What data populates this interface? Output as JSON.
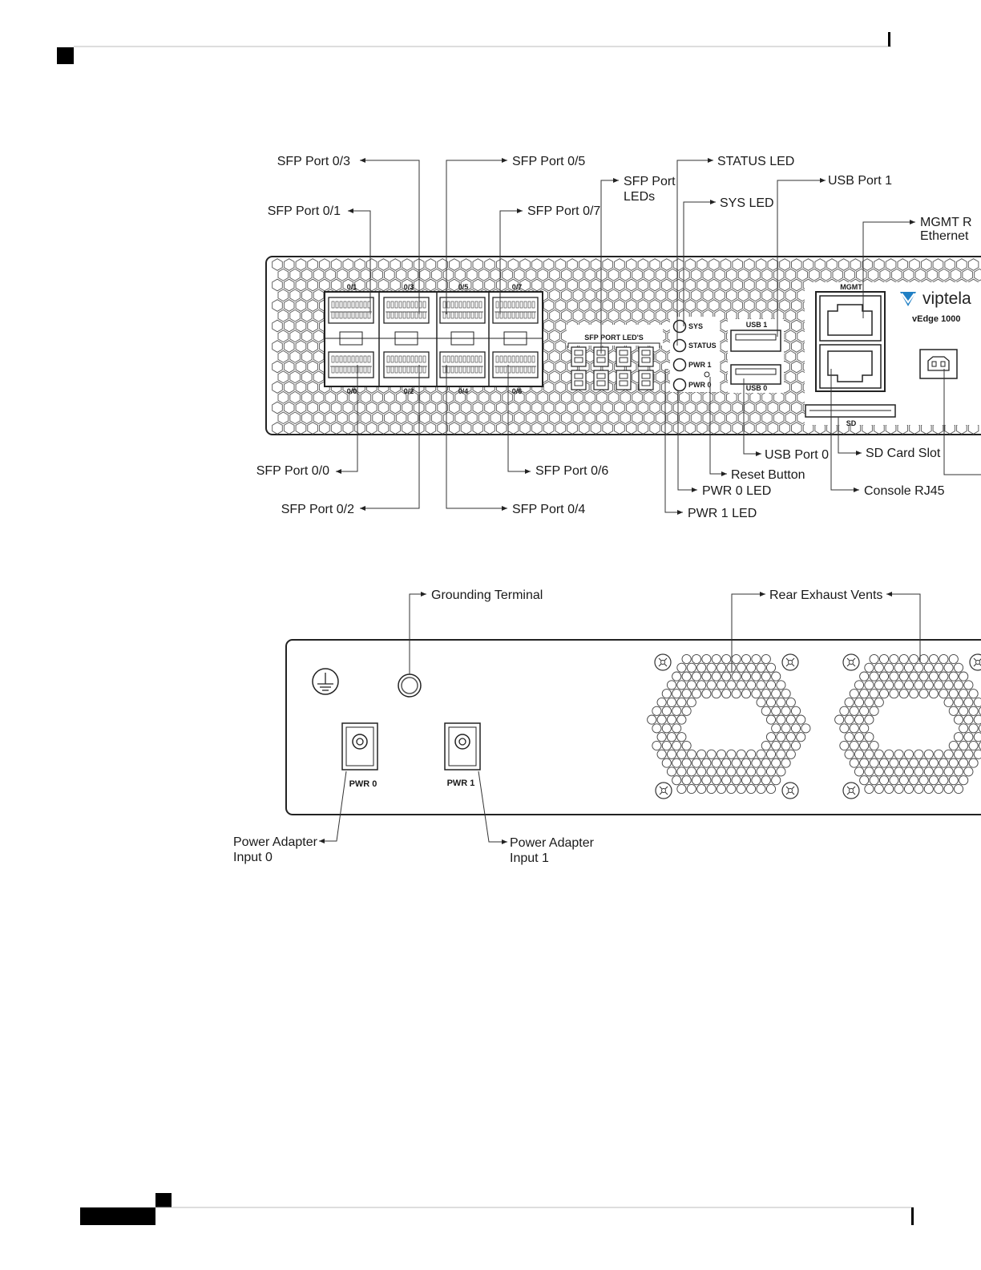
{
  "front": {
    "callouts": {
      "sfp_0_3": "SFP Port 0/3",
      "sfp_0_5": "SFP Port 0/5",
      "sfp_0_1": "SFP Port 0/1",
      "sfp_0_7": "SFP Port 0/7",
      "sfp_leds_1": "SFP Port",
      "sfp_leds_2": "LEDs",
      "status_led": "STATUS LED",
      "sys_led": "SYS LED",
      "usb_port_1": "USB Port 1",
      "mgmt_1": "MGMT R",
      "mgmt_2": "Ethernet",
      "sfp_0_0": "SFP Port 0/0",
      "sfp_0_6": "SFP Port 0/6",
      "sfp_0_2": "SFP Port 0/2",
      "sfp_0_4": "SFP Port 0/4",
      "usb_port_0": "USB Port 0",
      "reset_button": "Reset Button",
      "pwr0_led": "PWR 0 LED",
      "pwr1_led": "PWR 1 LED",
      "sd_card_slot": "SD Card Slot",
      "console_rj45": "Console RJ45"
    },
    "panel": {
      "port_top": [
        "0/1",
        "0/3",
        "0/5",
        "0/7"
      ],
      "port_bottom": [
        "0/0",
        "0/2",
        "0/4",
        "0/6"
      ],
      "sfp_port_leds": "SFP PORT LED'S",
      "led_sys": "SYS",
      "led_status": "STATUS",
      "led_pwr1": "PWR 1",
      "led_pwr0": "PWR 0",
      "usb1": "USB 1",
      "usb0": "USB 0",
      "mgmt": "MGMT",
      "sd": "SD",
      "brand": "viptela",
      "model": "vEdge 1000"
    }
  },
  "rear": {
    "callouts": {
      "grounding_terminal": "Grounding Terminal",
      "rear_exhaust_vents": "Rear Exhaust Vents",
      "power_input0_1": "Power Adapter",
      "power_input0_2": "Input 0",
      "power_input1_1": "Power Adapter",
      "power_input1_2": "Input 1"
    },
    "panel": {
      "pwr0": "PWR 0",
      "pwr1": "PWR 1"
    }
  },
  "colors": {
    "ink": "#222222",
    "brand": "#1f7fc4",
    "rule": "#bbbbbb"
  }
}
